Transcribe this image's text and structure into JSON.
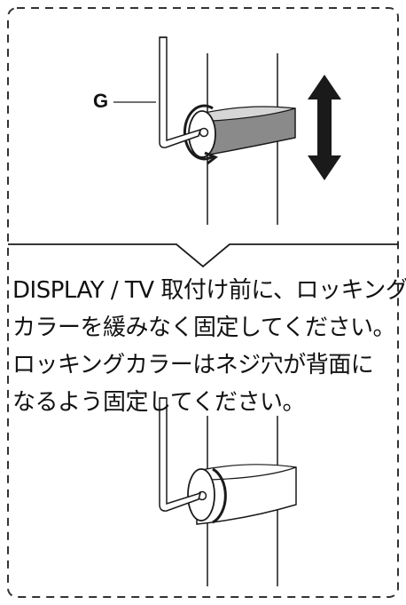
{
  "callout": {
    "label": "G"
  },
  "instruction": {
    "lines": [
      "DISPLAY / TV 取付け前に、ロッキング",
      "カラーを緩みなく固定してください。",
      "ロッキングカラーはネジ穴が背面に",
      "なるよう固定してください。"
    ]
  },
  "colors": {
    "collar_fill": "#8a8a8a",
    "collar_top": "#d6d6d6",
    "line": "#1a1a1a",
    "frame": "#333333"
  }
}
